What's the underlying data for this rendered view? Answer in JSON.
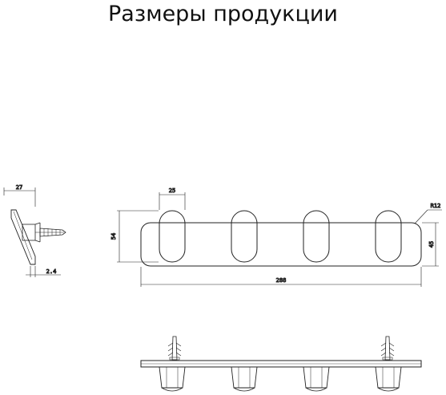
{
  "title": "Размеры продукции",
  "dimensions": {
    "side_depth": "27",
    "side_thickness": "2.4",
    "hook_width": "25",
    "hook_height": "54",
    "corner_radius": "R12",
    "plate_height": "45",
    "plate_length": "288"
  },
  "colors": {
    "line": "#222222",
    "text": "#111111",
    "background": "#ffffff"
  }
}
